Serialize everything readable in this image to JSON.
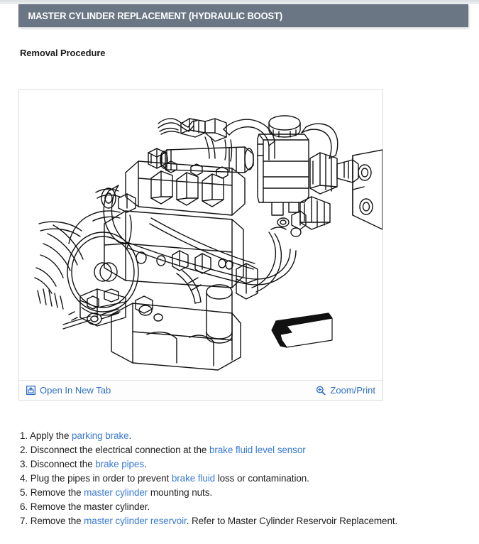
{
  "header": {
    "title": "MASTER CYLINDER REPLACEMENT (HYDRAULIC BOOST)",
    "bar_color": "#6b7685",
    "text_color": "#ffffff"
  },
  "section": {
    "heading": "Removal Procedure"
  },
  "figure": {
    "alt_description": "Line-art illustration of an engine bay showing the master cylinder, brake fluid reservoir and hydraulic boost unit mounted on the firewall, with a black block arrow indicating the removal direction.",
    "footer": {
      "open_in_new_tab": {
        "label": "Open In New Tab",
        "icon": "open-in-new-tab-icon"
      },
      "zoom_print": {
        "label": "Zoom/Print",
        "icon": "magnifier-plus-icon"
      },
      "link_color": "#2f6fc4"
    }
  },
  "procedure": {
    "link_color": "#3b7bd4",
    "text_color": "#1f1f1f",
    "steps": [
      {
        "number": "1.",
        "parts": [
          {
            "text": "Apply the ",
            "link": false
          },
          {
            "text": "parking brake",
            "link": true
          },
          {
            "text": ".",
            "link": false
          }
        ]
      },
      {
        "number": "2.",
        "parts": [
          {
            "text": "Disconnect the electrical connection at the ",
            "link": false
          },
          {
            "text": "brake fluid level sensor",
            "link": true
          }
        ]
      },
      {
        "number": "3.",
        "parts": [
          {
            "text": "Disconnect the ",
            "link": false
          },
          {
            "text": "brake pipes",
            "link": true
          },
          {
            "text": ".",
            "link": false
          }
        ]
      },
      {
        "number": "4.",
        "parts": [
          {
            "text": "Plug the pipes in order to prevent ",
            "link": false
          },
          {
            "text": "brake fluid",
            "link": true
          },
          {
            "text": " loss or contamination.",
            "link": false
          }
        ]
      },
      {
        "number": "5.",
        "parts": [
          {
            "text": "Remove the ",
            "link": false
          },
          {
            "text": "master cylinder",
            "link": true
          },
          {
            "text": " mounting nuts.",
            "link": false
          }
        ]
      },
      {
        "number": "6.",
        "parts": [
          {
            "text": "Remove the master cylinder.",
            "link": false
          }
        ]
      },
      {
        "number": "7.",
        "parts": [
          {
            "text": "Remove the ",
            "link": false
          },
          {
            "text": "master cylinder reservoir",
            "link": true
          },
          {
            "text": ". Refer to Master Cylinder Reservoir Replacement.",
            "link": false
          }
        ]
      }
    ]
  }
}
